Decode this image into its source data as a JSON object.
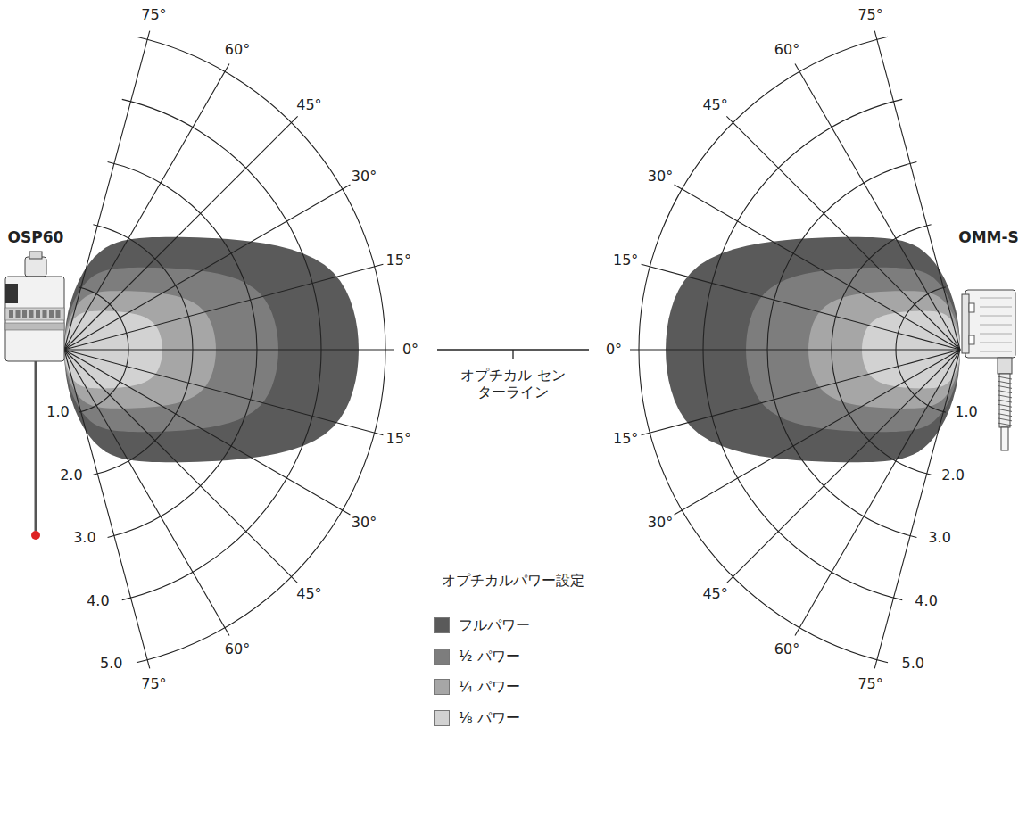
{
  "diagram": {
    "labels": [
      "75°",
      "60°",
      "45°",
      "30°",
      "15°",
      "0°",
      "15°",
      "30°",
      "45°",
      "60°",
      "75°",
      "1.0",
      "2.0",
      "3.0",
      "4.0",
      "5.0",
      "OSP60",
      "オプチカル センターライン",
      "75°",
      "60°",
      "45°",
      "30°",
      "15°",
      "0°",
      "15°",
      "30°",
      "45°",
      "60°",
      "75°",
      "1.0",
      "2.0",
      "3.0",
      "4.0",
      "5.0",
      "OMM-S",
      "オプチカルパワー設定"
    ],
    "legend": [
      {
        "text": "フルパワー",
        "color": "#5a5a5a"
      },
      {
        "text": "½ パワー",
        "color": "#7d7d7d"
      },
      {
        "text": "¼ パワー",
        "color": "#a6a6a6"
      },
      {
        "text": "⅛ パワー",
        "color": "#d2d2d2"
      }
    ]
  }
}
